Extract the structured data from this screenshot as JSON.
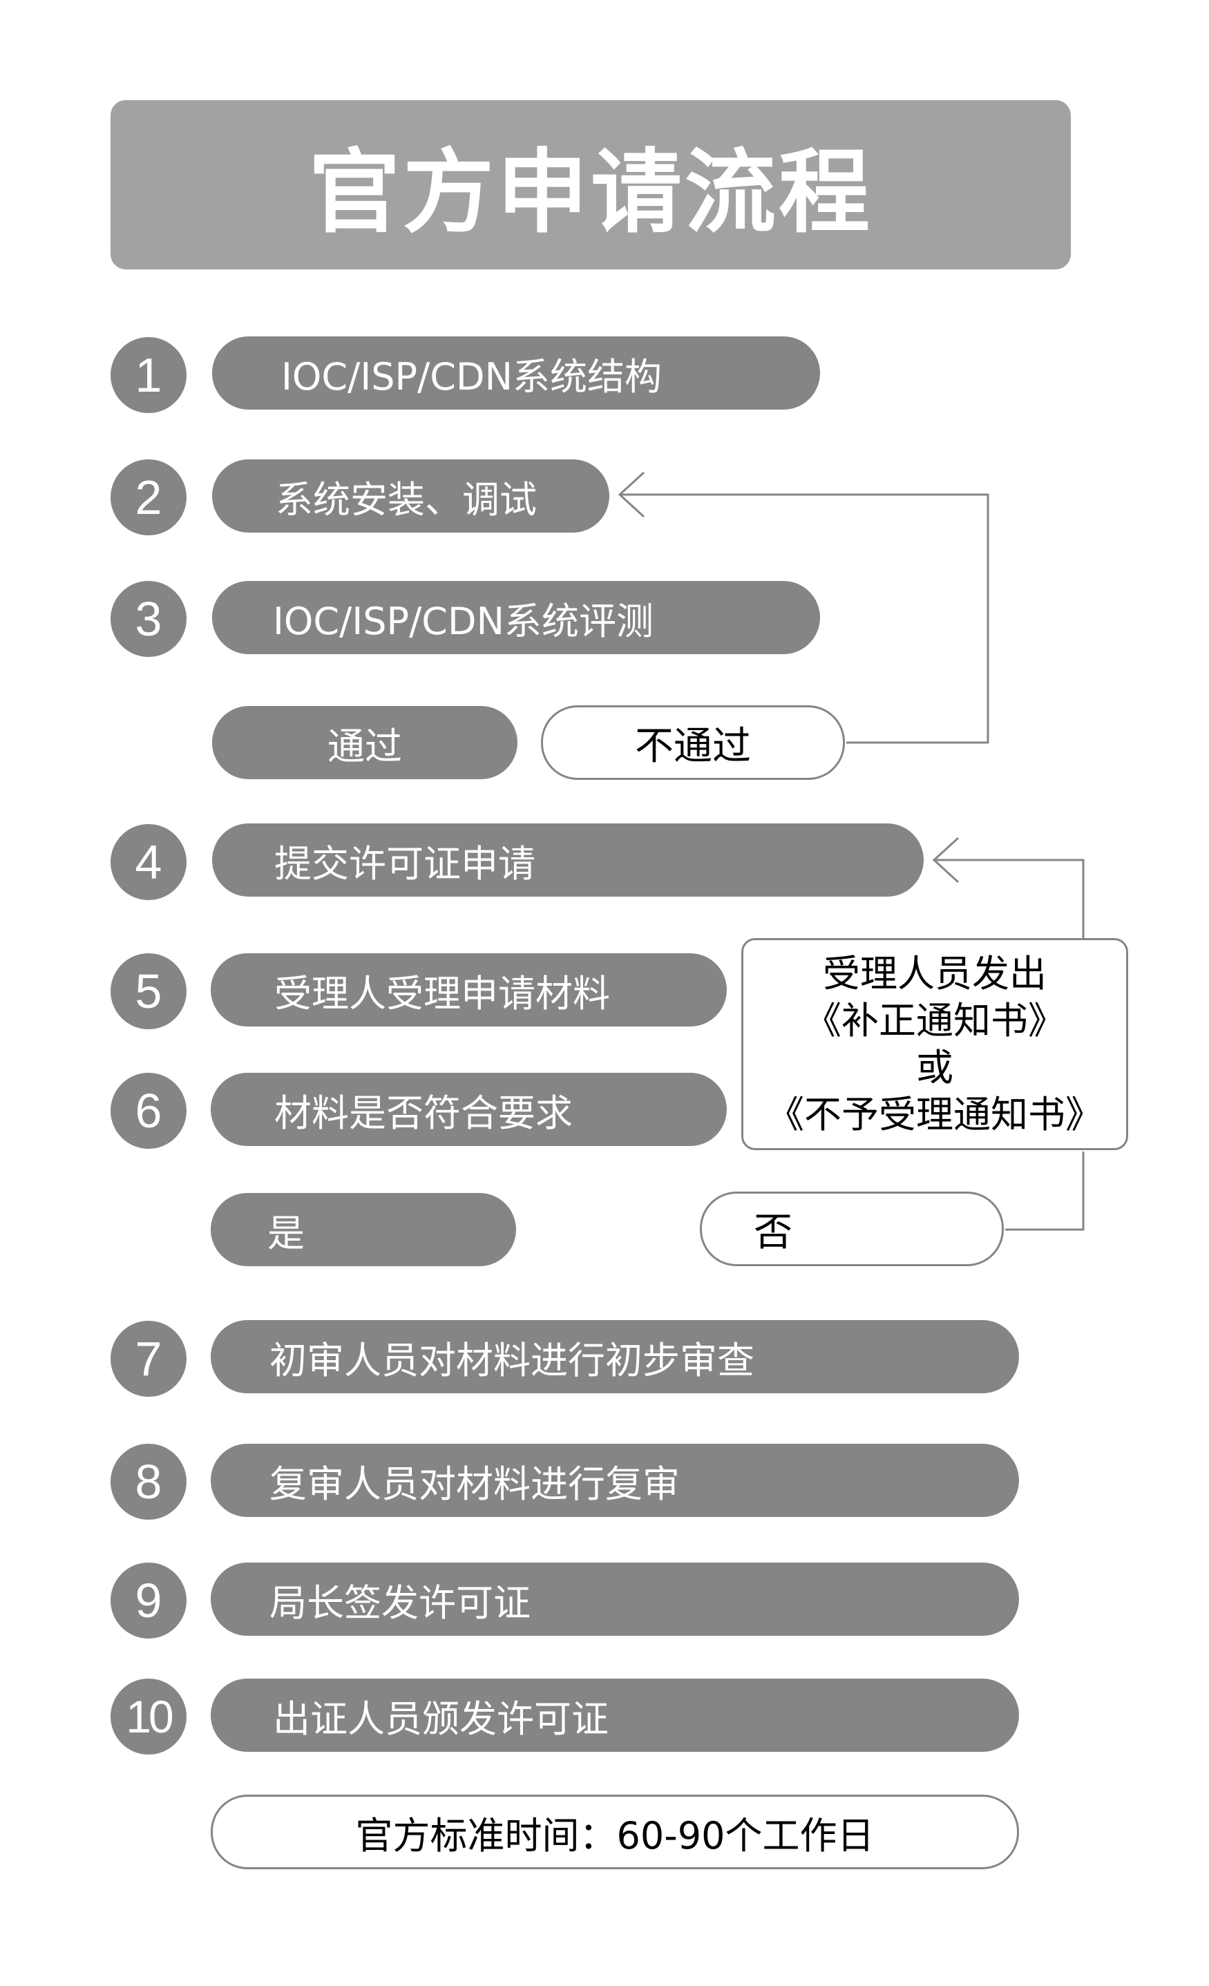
{
  "title": "官方申请流程",
  "steps": [
    {
      "num": "1",
      "label": "IOC/ISP/CDN系统结构"
    },
    {
      "num": "2",
      "label": "系统安装、调试"
    },
    {
      "num": "3",
      "label": "IOC/ISP/CDN系统评测"
    },
    {
      "num": "4",
      "label": "提交许可证申请"
    },
    {
      "num": "5",
      "label": "受理人受理申请材料"
    },
    {
      "num": "6",
      "label": "材料是否符合要求"
    },
    {
      "num": "7",
      "label": "初审人员对材料进行初步审查"
    },
    {
      "num": "8",
      "label": "复审人员对材料进行复审"
    },
    {
      "num": "9",
      "label": "局长签发许可证"
    },
    {
      "num": "10",
      "label": "出证人员颁发许可证"
    }
  ],
  "branch1": {
    "pass": "通过",
    "fail": "不通过"
  },
  "branch2": {
    "yes": "是",
    "no": "否"
  },
  "notice": {
    "line1": "受理人员发出",
    "line2": "《补正通知书》",
    "line3": "或",
    "line4": "《不予受理通知书》"
  },
  "footer": "官方标准时间：60-90个工作日",
  "colors": {
    "title_bg": "#a2a2a2",
    "pill": "#858585",
    "line": "#858585"
  }
}
